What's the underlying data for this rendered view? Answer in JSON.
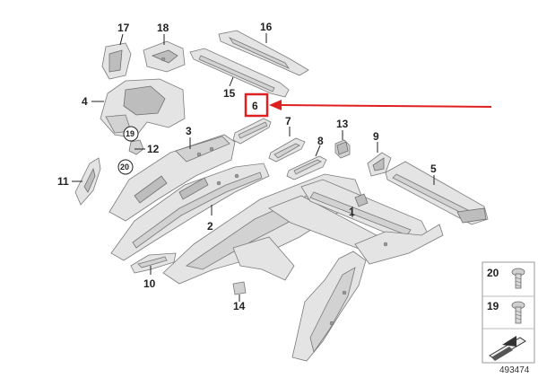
{
  "diagram": {
    "callouts": {
      "n1": "1",
      "n2": "2",
      "n3": "3",
      "n4": "4",
      "n5": "5",
      "n6": "6",
      "n7": "7",
      "n8": "8",
      "n9": "9",
      "n10": "10",
      "n11": "11",
      "n12": "12",
      "n13": "13",
      "n14": "14",
      "n15": "15",
      "n16": "16",
      "n17": "17",
      "n18": "18",
      "n19": "19",
      "n20": "20"
    },
    "legend": {
      "item_top": "20",
      "item_bottom": "19"
    },
    "reference_number": "493474",
    "colors": {
      "highlight": "#e02020",
      "part_fill": "#e4e4e4",
      "outline": "#7a7a7a"
    }
  }
}
